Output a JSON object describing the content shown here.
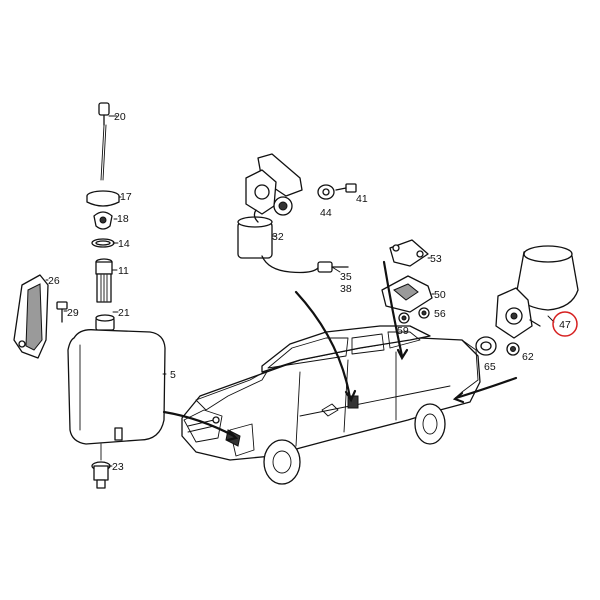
{
  "callouts": {
    "c20": "20",
    "c17": "17",
    "c18": "18",
    "c14": "14",
    "c11": "11",
    "c21": "21",
    "c26": "26",
    "c29": "29",
    "c5": "5",
    "c23": "23",
    "c32": "32",
    "c44": "44",
    "c41": "41",
    "c35": "35",
    "c38": "38",
    "c53": "53",
    "c50": "50",
    "c59": "59",
    "c56": "56",
    "c47": "47",
    "c65": "65",
    "c62": "62"
  },
  "highlight_color": "#d62020"
}
